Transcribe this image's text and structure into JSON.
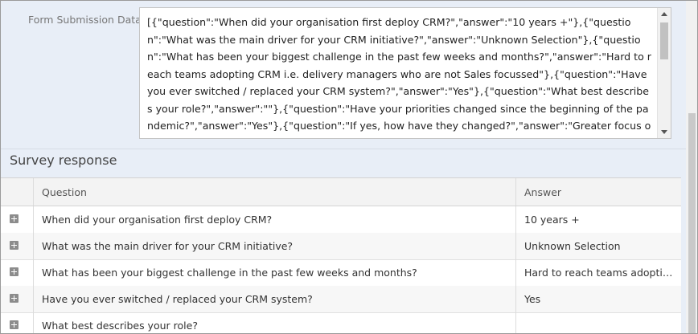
{
  "form": {
    "label": "Form Submission Data",
    "raw_value": "[{\"question\":\"When did your organisation first deploy CRM?\",\"answer\":\"10 years +\"},{\"question\":\"What was the main driver for your CRM initiative?\",\"answer\":\"Unknown Selection\"},{\"question\":\"What has been your biggest challenge in the past few weeks and months?\",\"answer\":\"Hard to reach teams adopting CRM i.e. delivery managers who are not Sales focussed\"},{\"question\":\"Have you ever switched / replaced your CRM system?\",\"answer\":\"Yes\"},{\"question\":\"What best describes your role?\",\"answer\":\"\"},{\"question\":\"Have your priorities changed since the beginning of the pandemic?\",\"answer\":\"Yes\"},{\"question\":\"If yes, how have they changed?\",\"answer\":\"Greater focus on enabling users to stay close to prospects and customers. Visibility to senior managers of business"
  },
  "survey": {
    "title": "Survey response",
    "columns": {
      "question": "Question",
      "answer": "Answer"
    },
    "rows": [
      {
        "question": "When did your organisation first deploy CRM?",
        "answer": "10 years +"
      },
      {
        "question": "What was the main driver for your CRM initiative?",
        "answer": "Unknown Selection"
      },
      {
        "question": "What has been your biggest challenge in the past few weeks and months?",
        "answer": "Hard to reach teams adopting CRM i.e. delivery managers who are not Sales focussed"
      },
      {
        "question": "Have you ever switched / replaced your CRM system?",
        "answer": "Yes"
      },
      {
        "question": "What best describes your role?",
        "answer": ""
      }
    ]
  },
  "icons": {
    "row_expand": "plus-square-icon"
  }
}
